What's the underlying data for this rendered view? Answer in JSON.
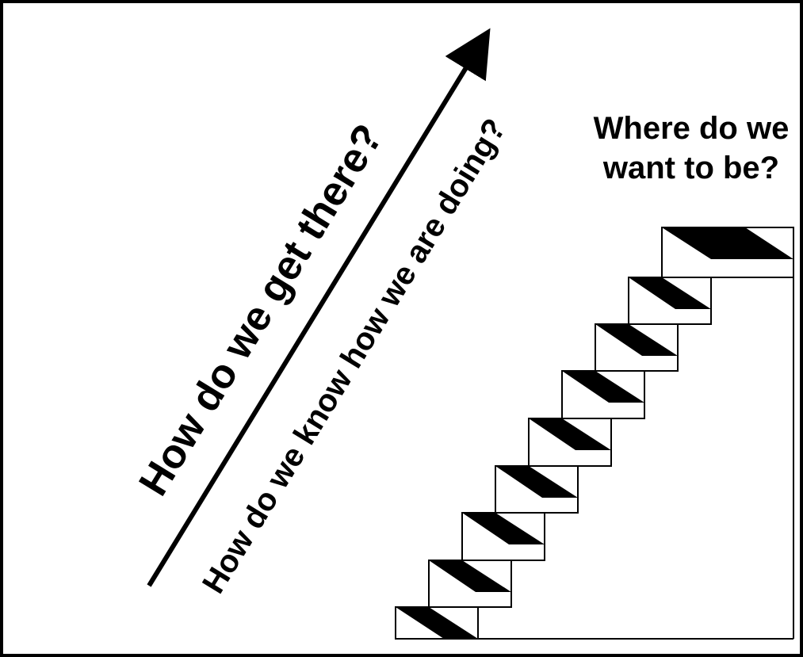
{
  "diagram": {
    "goal": {
      "line1": "Where do we",
      "line2": "want to be?"
    },
    "path_question": "How do we get there?",
    "measure_question": "How do we know how we are doing?"
  },
  "colors": {
    "ink": "#000000",
    "background": "#ffffff"
  }
}
